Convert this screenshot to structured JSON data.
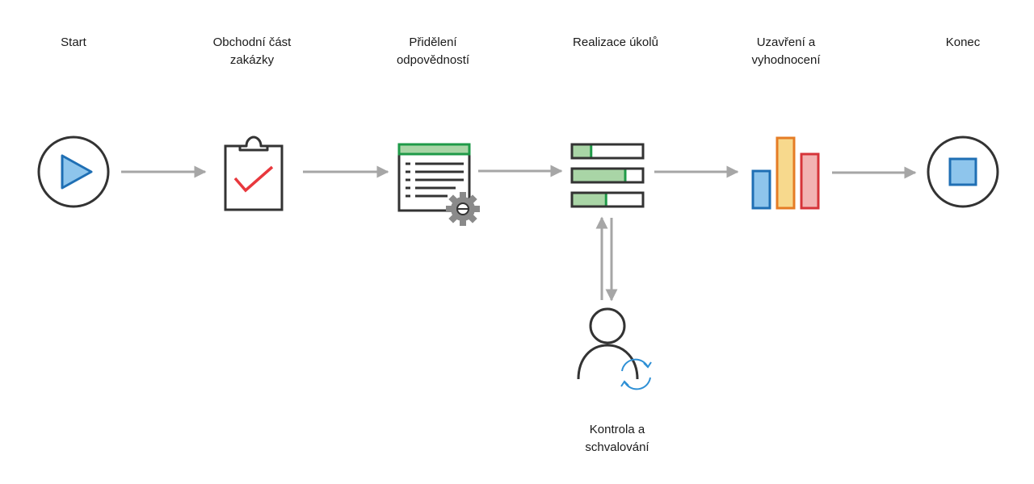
{
  "steps": [
    {
      "label": "Start",
      "icon": "play-circle-icon"
    },
    {
      "label": "Obchodní část\nzakázky",
      "icon": "clipboard-check-icon"
    },
    {
      "label": "Přidělení\nodpovědností",
      "icon": "spreadsheet-gear-icon"
    },
    {
      "label": "Realizace úkolů",
      "icon": "task-progress-bars-icon"
    },
    {
      "label": "Uzavření a\nvyhodnocení",
      "icon": "bar-chart-icon"
    },
    {
      "label": "Konec",
      "icon": "stop-circle-icon"
    }
  ],
  "review": {
    "label": "Kontrola a\nschvalování",
    "icon": "user-refresh-icon"
  },
  "task_progress": [
    0.27,
    0.75,
    0.48
  ],
  "colors": {
    "outline": "#333333",
    "arrow": "#a6a6a6",
    "blue": "#1f6fb4",
    "blue_fill": "#8ec5ec",
    "green": "#1f9a48",
    "green_fill": "#a9d5a6",
    "red": "#e8383d",
    "orange": "#e57c25",
    "yellow_fill": "#f7d98d",
    "crimson": "#d6343a",
    "pink_fill": "#f2b3b3",
    "gear": "#8a8a8a",
    "sync": "#2d8fd5"
  }
}
